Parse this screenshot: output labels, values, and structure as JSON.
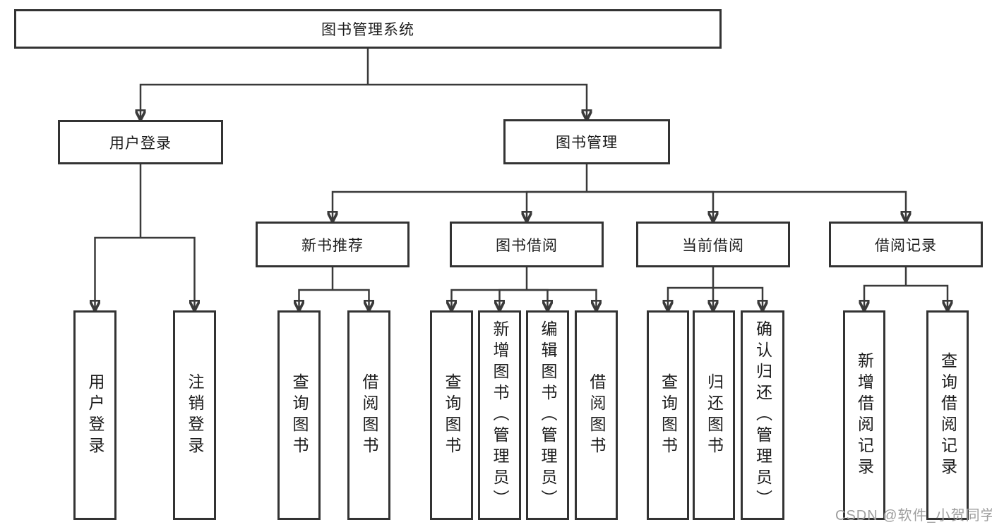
{
  "diagram": {
    "colors": {
      "background": "#ffffff",
      "box_border": "#333333",
      "connector_line": "#3a3a3a",
      "watermark_text": "#9e9e9e"
    },
    "tree": {
      "label": "图书管理系统",
      "children": [
        {
          "label": "用户登录",
          "children": [
            {
              "label": "用户登录"
            },
            {
              "label": "注销登录"
            }
          ]
        },
        {
          "label": "图书管理",
          "children": [
            {
              "label": "新书推荐",
              "children": [
                {
                  "label": "查询图书"
                },
                {
                  "label": "借阅图书"
                }
              ]
            },
            {
              "label": "图书借阅",
              "children": [
                {
                  "label": "查询图书"
                },
                {
                  "label": "新增图书（管理员）"
                },
                {
                  "label": "编辑图书（管理员）"
                },
                {
                  "label": "借阅图书"
                }
              ]
            },
            {
              "label": "当前借阅",
              "children": [
                {
                  "label": "查询图书"
                },
                {
                  "label": "归还图书"
                },
                {
                  "label": "确认归还（管理员）"
                }
              ]
            },
            {
              "label": "借阅记录",
              "children": [
                {
                  "label": "新增借阅记录"
                },
                {
                  "label": "查询借阅记录"
                }
              ]
            }
          ]
        }
      ]
    },
    "watermark": "CSDN @软件_小贺同学"
  }
}
